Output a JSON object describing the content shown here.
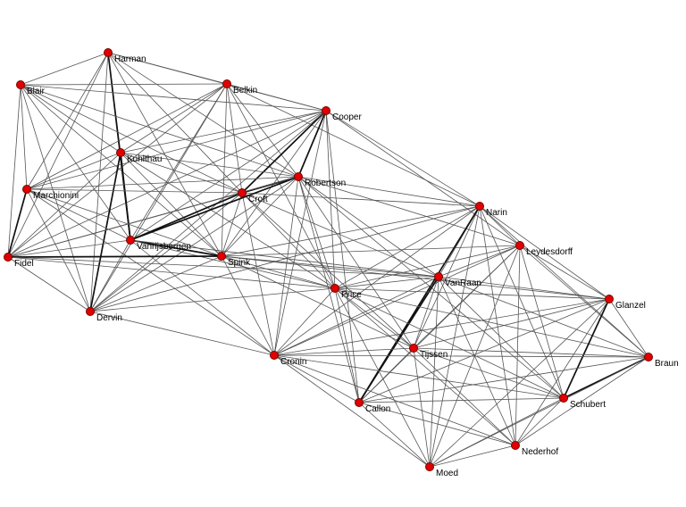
{
  "graph": {
    "node_color": "#e00000",
    "edge_color": "#555555",
    "nodes": [
      {
        "id": "harman",
        "label": "Harman"
      },
      {
        "id": "blair",
        "label": "Blair"
      },
      {
        "id": "belkin",
        "label": "Belkin"
      },
      {
        "id": "cooper",
        "label": "Cooper"
      },
      {
        "id": "kuhlthau",
        "label": "Kuhlthau"
      },
      {
        "id": "marchionini",
        "label": "Marchionini"
      },
      {
        "id": "croft",
        "label": "Croft"
      },
      {
        "id": "robertson",
        "label": "Robertson"
      },
      {
        "id": "narin",
        "label": "Narin"
      },
      {
        "id": "leydesdorff",
        "label": "Leydesdorff"
      },
      {
        "id": "vanrijsbergen",
        "label": "Vanrijsbergen"
      },
      {
        "id": "spink",
        "label": "Spink"
      },
      {
        "id": "fidel",
        "label": "Fidel"
      },
      {
        "id": "vanraan",
        "label": "VanRaan"
      },
      {
        "id": "price",
        "label": "Price"
      },
      {
        "id": "dervin",
        "label": "Dervin"
      },
      {
        "id": "glanzel",
        "label": "Glanzel"
      },
      {
        "id": "tijssen",
        "label": "Tijssen"
      },
      {
        "id": "cronin",
        "label": "Cronin"
      },
      {
        "id": "braun",
        "label": "Braun"
      },
      {
        "id": "callon",
        "label": "Callon"
      },
      {
        "id": "schubert",
        "label": "Schubert"
      },
      {
        "id": "nederhof",
        "label": "Nederhof"
      },
      {
        "id": "moed",
        "label": "Moed"
      }
    ],
    "edges": [
      [
        "harman",
        "blair"
      ],
      [
        "harman",
        "belkin"
      ],
      [
        "harman",
        "cooper"
      ],
      [
        "harman",
        "kuhlthau"
      ],
      [
        "harman",
        "marchionini"
      ],
      [
        "harman",
        "croft"
      ],
      [
        "harman",
        "robertson"
      ],
      [
        "harman",
        "vanrijsbergen"
      ],
      [
        "harman",
        "spink"
      ],
      [
        "harman",
        "fidel"
      ],
      [
        "harman",
        "dervin"
      ],
      [
        "blair",
        "belkin"
      ],
      [
        "blair",
        "cooper"
      ],
      [
        "blair",
        "kuhlthau"
      ],
      [
        "blair",
        "marchionini"
      ],
      [
        "blair",
        "croft"
      ],
      [
        "blair",
        "vanrijsbergen"
      ],
      [
        "blair",
        "spink"
      ],
      [
        "blair",
        "fidel"
      ],
      [
        "blair",
        "dervin"
      ],
      [
        "blair",
        "robertson"
      ],
      [
        "belkin",
        "cooper"
      ],
      [
        "belkin",
        "kuhlthau"
      ],
      [
        "belkin",
        "marchionini"
      ],
      [
        "belkin",
        "croft"
      ],
      [
        "belkin",
        "robertson"
      ],
      [
        "belkin",
        "vanrijsbergen"
      ],
      [
        "belkin",
        "spink"
      ],
      [
        "belkin",
        "fidel"
      ],
      [
        "belkin",
        "dervin"
      ],
      [
        "belkin",
        "price"
      ],
      [
        "belkin",
        "narin"
      ],
      [
        "cooper",
        "kuhlthau"
      ],
      [
        "cooper",
        "marchionini"
      ],
      [
        "cooper",
        "croft"
      ],
      [
        "cooper",
        "robertson"
      ],
      [
        "cooper",
        "vanrijsbergen"
      ],
      [
        "cooper",
        "spink"
      ],
      [
        "cooper",
        "fidel"
      ],
      [
        "cooper",
        "dervin"
      ],
      [
        "cooper",
        "narin"
      ],
      [
        "cooper",
        "price"
      ],
      [
        "cooper",
        "cronin"
      ],
      [
        "cooper",
        "leydesdorff"
      ],
      [
        "cooper",
        "callon"
      ],
      [
        "kuhlthau",
        "marchionini"
      ],
      [
        "kuhlthau",
        "croft"
      ],
      [
        "kuhlthau",
        "robertson"
      ],
      [
        "kuhlthau",
        "vanrijsbergen"
      ],
      [
        "kuhlthau",
        "spink"
      ],
      [
        "kuhlthau",
        "fidel"
      ],
      [
        "kuhlthau",
        "dervin"
      ],
      [
        "kuhlthau",
        "price"
      ],
      [
        "marchionini",
        "croft"
      ],
      [
        "marchionini",
        "vanrijsbergen"
      ],
      [
        "marchionini",
        "spink"
      ],
      [
        "marchionini",
        "fidel"
      ],
      [
        "marchionini",
        "dervin"
      ],
      [
        "marchionini",
        "cronin"
      ],
      [
        "marchionini",
        "robertson"
      ],
      [
        "croft",
        "robertson"
      ],
      [
        "croft",
        "vanrijsbergen"
      ],
      [
        "croft",
        "spink"
      ],
      [
        "croft",
        "fidel"
      ],
      [
        "croft",
        "price"
      ],
      [
        "croft",
        "cronin"
      ],
      [
        "croft",
        "tijssen"
      ],
      [
        "croft",
        "dervin"
      ],
      [
        "croft",
        "narin"
      ],
      [
        "croft",
        "vanraan"
      ],
      [
        "robertson",
        "vanrijsbergen"
      ],
      [
        "robertson",
        "spink"
      ],
      [
        "robertson",
        "fidel"
      ],
      [
        "robertson",
        "narin"
      ],
      [
        "robertson",
        "price"
      ],
      [
        "robertson",
        "cronin"
      ],
      [
        "robertson",
        "tijssen"
      ],
      [
        "robertson",
        "callon"
      ],
      [
        "robertson",
        "dervin"
      ],
      [
        "robertson",
        "leydesdorff"
      ],
      [
        "robertson",
        "vanraan"
      ],
      [
        "robertson",
        "schubert"
      ],
      [
        "vanrijsbergen",
        "spink"
      ],
      [
        "vanrijsbergen",
        "fidel"
      ],
      [
        "vanrijsbergen",
        "dervin"
      ],
      [
        "vanrijsbergen",
        "price"
      ],
      [
        "vanrijsbergen",
        "cronin"
      ],
      [
        "vanrijsbergen",
        "vanraan"
      ],
      [
        "spink",
        "fidel"
      ],
      [
        "spink",
        "dervin"
      ],
      [
        "spink",
        "price"
      ],
      [
        "spink",
        "vanraan"
      ],
      [
        "spink",
        "cronin"
      ],
      [
        "spink",
        "narin"
      ],
      [
        "spink",
        "leydesdorff"
      ],
      [
        "spink",
        "tijssen"
      ],
      [
        "spink",
        "glanzel"
      ],
      [
        "fidel",
        "dervin"
      ],
      [
        "fidel",
        "price"
      ],
      [
        "fidel",
        "vanraan"
      ],
      [
        "dervin",
        "cronin"
      ],
      [
        "dervin",
        "price"
      ],
      [
        "dervin",
        "narin"
      ],
      [
        "narin",
        "leydesdorff"
      ],
      [
        "narin",
        "vanraan"
      ],
      [
        "narin",
        "price"
      ],
      [
        "narin",
        "glanzel"
      ],
      [
        "narin",
        "tijssen"
      ],
      [
        "narin",
        "cronin"
      ],
      [
        "narin",
        "callon"
      ],
      [
        "narin",
        "schubert"
      ],
      [
        "narin",
        "braun"
      ],
      [
        "narin",
        "nederhof"
      ],
      [
        "narin",
        "moed"
      ],
      [
        "leydesdorff",
        "vanraan"
      ],
      [
        "leydesdorff",
        "price"
      ],
      [
        "leydesdorff",
        "glanzel"
      ],
      [
        "leydesdorff",
        "tijssen"
      ],
      [
        "leydesdorff",
        "cronin"
      ],
      [
        "leydesdorff",
        "callon"
      ],
      [
        "leydesdorff",
        "schubert"
      ],
      [
        "leydesdorff",
        "braun"
      ],
      [
        "leydesdorff",
        "nederhof"
      ],
      [
        "leydesdorff",
        "moed"
      ],
      [
        "vanraan",
        "price"
      ],
      [
        "vanraan",
        "glanzel"
      ],
      [
        "vanraan",
        "tijssen"
      ],
      [
        "vanraan",
        "cronin"
      ],
      [
        "vanraan",
        "callon"
      ],
      [
        "vanraan",
        "schubert"
      ],
      [
        "vanraan",
        "braun"
      ],
      [
        "vanraan",
        "nederhof"
      ],
      [
        "vanraan",
        "moed"
      ],
      [
        "price",
        "tijssen"
      ],
      [
        "price",
        "cronin"
      ],
      [
        "price",
        "callon"
      ],
      [
        "price",
        "glanzel"
      ],
      [
        "price",
        "schubert"
      ],
      [
        "price",
        "braun"
      ],
      [
        "price",
        "nederhof"
      ],
      [
        "price",
        "moed"
      ],
      [
        "glanzel",
        "braun"
      ],
      [
        "glanzel",
        "schubert"
      ],
      [
        "glanzel",
        "tijssen"
      ],
      [
        "glanzel",
        "cronin"
      ],
      [
        "glanzel",
        "callon"
      ],
      [
        "glanzel",
        "nederhof"
      ],
      [
        "glanzel",
        "moed"
      ],
      [
        "tijssen",
        "cronin"
      ],
      [
        "tijssen",
        "callon"
      ],
      [
        "tijssen",
        "schubert"
      ],
      [
        "tijssen",
        "braun"
      ],
      [
        "tijssen",
        "nederhof"
      ],
      [
        "tijssen",
        "moed"
      ],
      [
        "cronin",
        "callon"
      ],
      [
        "cronin",
        "schubert"
      ],
      [
        "cronin",
        "braun"
      ],
      [
        "cronin",
        "nederhof"
      ],
      [
        "cronin",
        "moed"
      ],
      [
        "braun",
        "schubert"
      ],
      [
        "braun",
        "callon"
      ],
      [
        "braun",
        "nederhof"
      ],
      [
        "braun",
        "moed"
      ],
      [
        "callon",
        "schubert"
      ],
      [
        "callon",
        "nederhof"
      ],
      [
        "callon",
        "moed"
      ],
      [
        "schubert",
        "nederhof"
      ],
      [
        "schubert",
        "moed"
      ],
      [
        "nederhof",
        "moed"
      ]
    ],
    "strong_edges": [
      [
        "harman",
        "vanrijsbergen"
      ],
      [
        "kuhlthau",
        "dervin"
      ],
      [
        "kuhlthau",
        "vanrijsbergen"
      ],
      [
        "marchionini",
        "fidel"
      ],
      [
        "fidel",
        "spink"
      ],
      [
        "vanrijsbergen",
        "robertson"
      ],
      [
        "vanrijsbergen",
        "croft"
      ],
      [
        "croft",
        "robertson"
      ],
      [
        "robertson",
        "cooper"
      ],
      [
        "croft",
        "cooper"
      ],
      [
        "vanrijsbergen",
        "spink"
      ],
      [
        "narin",
        "callon"
      ],
      [
        "vanraan",
        "callon"
      ],
      [
        "braun",
        "schubert"
      ],
      [
        "glanzel",
        "schubert"
      ]
    ]
  }
}
